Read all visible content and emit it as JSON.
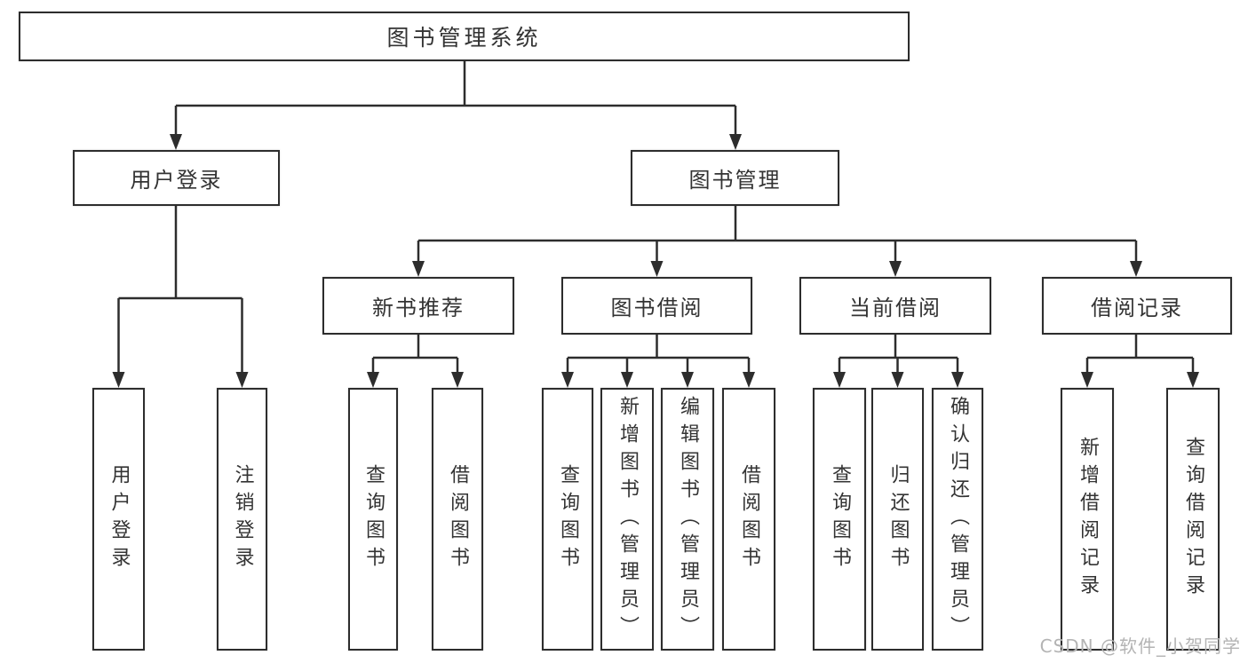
{
  "diagram_title": "图书管理系统",
  "tree": {
    "label": "图书管理系统",
    "children": [
      {
        "label": "用户登录",
        "children": [
          {
            "label": "用户登录"
          },
          {
            "label": "注销登录"
          }
        ]
      },
      {
        "label": "图书管理",
        "children": [
          {
            "label": "新书推荐",
            "children": [
              {
                "label": "查询图书"
              },
              {
                "label": "借阅图书"
              }
            ]
          },
          {
            "label": "图书借阅",
            "children": [
              {
                "label": "查询图书"
              },
              {
                "label": "新增图书（管理员）"
              },
              {
                "label": "编辑图书（管理员）"
              },
              {
                "label": "借阅图书"
              }
            ]
          },
          {
            "label": "当前借阅",
            "children": [
              {
                "label": "查询图书"
              },
              {
                "label": "归还图书"
              },
              {
                "label": "确认归还（管理员）"
              }
            ]
          },
          {
            "label": "借阅记录",
            "children": [
              {
                "label": "新增借阅记录"
              },
              {
                "label": "查询借阅记录"
              }
            ]
          }
        ]
      }
    ]
  },
  "watermark": {
    "text": "CSDN @软件_小贺同学"
  },
  "colors": {
    "line": "#2d2d2d",
    "text": "#333333",
    "box_background": "#ffffff",
    "watermark": "#b4b4b4"
  }
}
